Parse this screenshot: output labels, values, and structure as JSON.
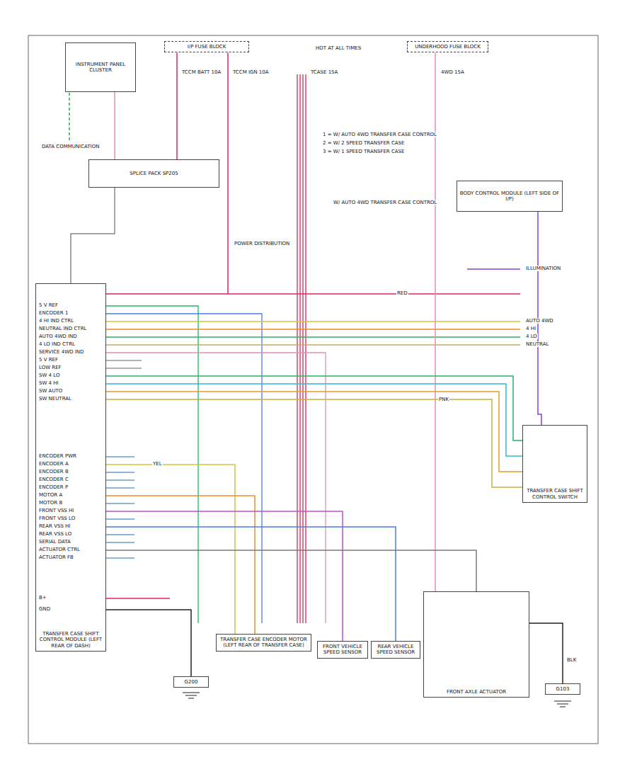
{
  "diagram": {
    "nodes": [
      {
        "text": [
          "INSTRUMENT PANEL CLUSTER"
        ]
      },
      {
        "text": [
          "I/P FUSE BLOCK"
        ]
      },
      {
        "text": [
          "UNDERHOOD FUSE BLOCK"
        ]
      },
      {
        "text": [
          "SPLICE PACK SP205"
        ]
      },
      {
        "text": [
          "BODY CONTROL MODULE (LEFT SIDE OF I/P)"
        ]
      },
      {
        "text": [
          "TRANSFER CASE SHIFT CONTROL MODULE (LEFT REAR OF DASH)"
        ]
      },
      {
        "text": [
          "TRANSFER CASE SHIFT CONTROL SWITCH"
        ]
      },
      {
        "text": [
          "TRANSFER CASE ENCODER MOTOR (LEFT REAR OF TRANSFER CASE)"
        ]
      },
      {
        "text": [
          "FRONT VEHICLE SPEED SENSOR"
        ]
      },
      {
        "text": [
          "REAR VEHICLE SPEED SENSOR"
        ]
      },
      {
        "text": [
          "FRONT AXLE ACTUATOR"
        ]
      },
      {
        "text": [
          "G200"
        ]
      },
      {
        "text": [
          "G103"
        ]
      }
    ],
    "edges": [
      {
        "from": 0,
        "to": 3,
        "arrow": "none"
      },
      {
        "from": 1,
        "to": 3,
        "arrow": "none"
      },
      {
        "from": 3,
        "to": 5,
        "arrow": "none"
      },
      {
        "from": 1,
        "to": 5,
        "arrow": "none"
      },
      {
        "from": 2,
        "to": 10,
        "arrow": "none"
      },
      {
        "from": 4,
        "to": 6,
        "arrow": "none"
      },
      {
        "from": 5,
        "to": 6,
        "arrow": "none"
      },
      {
        "from": 5,
        "to": 6,
        "arrow": "none"
      },
      {
        "from": 5,
        "to": 6,
        "arrow": "none"
      },
      {
        "from": 5,
        "to": 6,
        "arrow": "none"
      },
      {
        "from": 5,
        "to": 7,
        "arrow": "none"
      },
      {
        "from": 5,
        "to": 7,
        "arrow": "none"
      },
      {
        "from": 5,
        "to": 8,
        "arrow": "none"
      },
      {
        "from": 5,
        "to": 9,
        "arrow": "none"
      },
      {
        "from": 5,
        "to": 10,
        "arrow": "none"
      },
      {
        "from": 5,
        "to": 11,
        "arrow": "none"
      },
      {
        "from": 10,
        "to": 12,
        "arrow": "none"
      }
    ],
    "labels": [
      "HOT AT ALL TIMES",
      "TCCM BATT 10A",
      "TCCM IGN 10A",
      "TCASE 15A",
      "4WD 15A",
      "1 = W/ AUTO 4WD TRANSFER CASE CONTROL",
      "2 = W/ 2 SPEED TRANSFER CASE",
      "3 = W/ 1 SPEED TRANSFER CASE",
      "W/ AUTO 4WD TRANSFER CASE CONTROL",
      "DATA COMMUNICATION",
      "POWER DISTRIBUTION",
      "ILLUMINATION",
      "AUTO 4WD",
      "4 HI",
      "4 LO",
      "NEUTRAL",
      "5 V REF",
      "ENCODER 1",
      "4 HI IND CTRL",
      "NEUTRAL IND CTRL",
      "AUTO 4WD IND",
      "4 LO IND CTRL",
      "SERVICE 4WD IND",
      "5 V REF",
      "LOW REF",
      "SW 4 LO",
      "SW 4 HI",
      "SW AUTO",
      "SW NEUTRAL",
      "ENCODER PWR",
      "ENCODER A",
      "ENCODER B",
      "ENCODER C",
      "ENCODER P",
      "MOTOR A",
      "MOTOR B",
      "FRONT VSS HI",
      "FRONT VSS LO",
      "REAR VSS HI",
      "REAR VSS LO",
      "SERIAL DATA",
      "ACTUATOR CTRL",
      "ACTUATOR FB",
      "B+",
      "GND",
      "RED",
      "PNK",
      "BLK",
      "YEL"
    ]
  }
}
